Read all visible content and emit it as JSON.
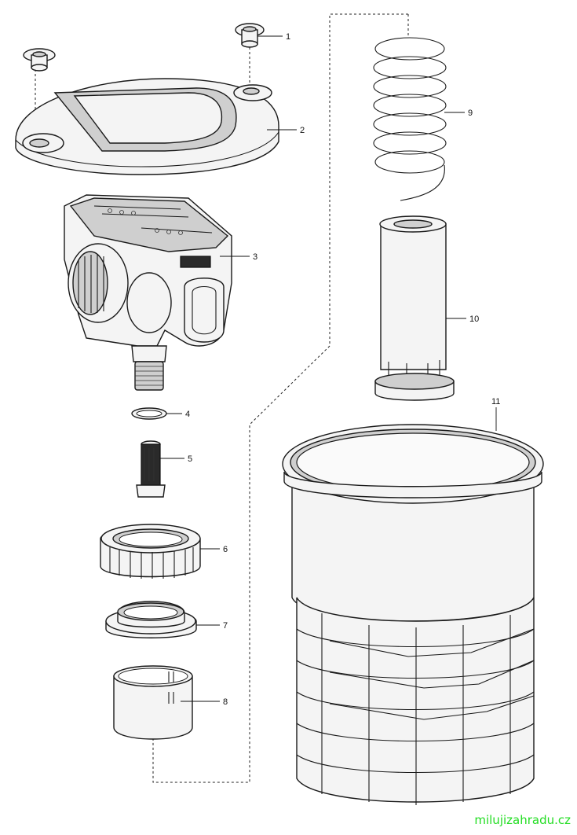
{
  "parts": [
    {
      "number": "1",
      "icon": "screw-cap-icon"
    },
    {
      "number": "2",
      "icon": "lid-icon"
    },
    {
      "number": "3",
      "icon": "pump-head-icon"
    },
    {
      "number": "4",
      "icon": "o-ring-icon"
    },
    {
      "number": "5",
      "icon": "inlet-filter-icon"
    },
    {
      "number": "6",
      "icon": "union-nut-icon"
    },
    {
      "number": "7",
      "icon": "adapter-ring-icon"
    },
    {
      "number": "8",
      "icon": "sleeve-icon"
    },
    {
      "number": "9",
      "icon": "spring-icon"
    },
    {
      "number": "10",
      "icon": "filter-tube-icon"
    },
    {
      "number": "11",
      "icon": "filter-housing-icon"
    }
  ],
  "watermark": "milujizahradu.cz"
}
